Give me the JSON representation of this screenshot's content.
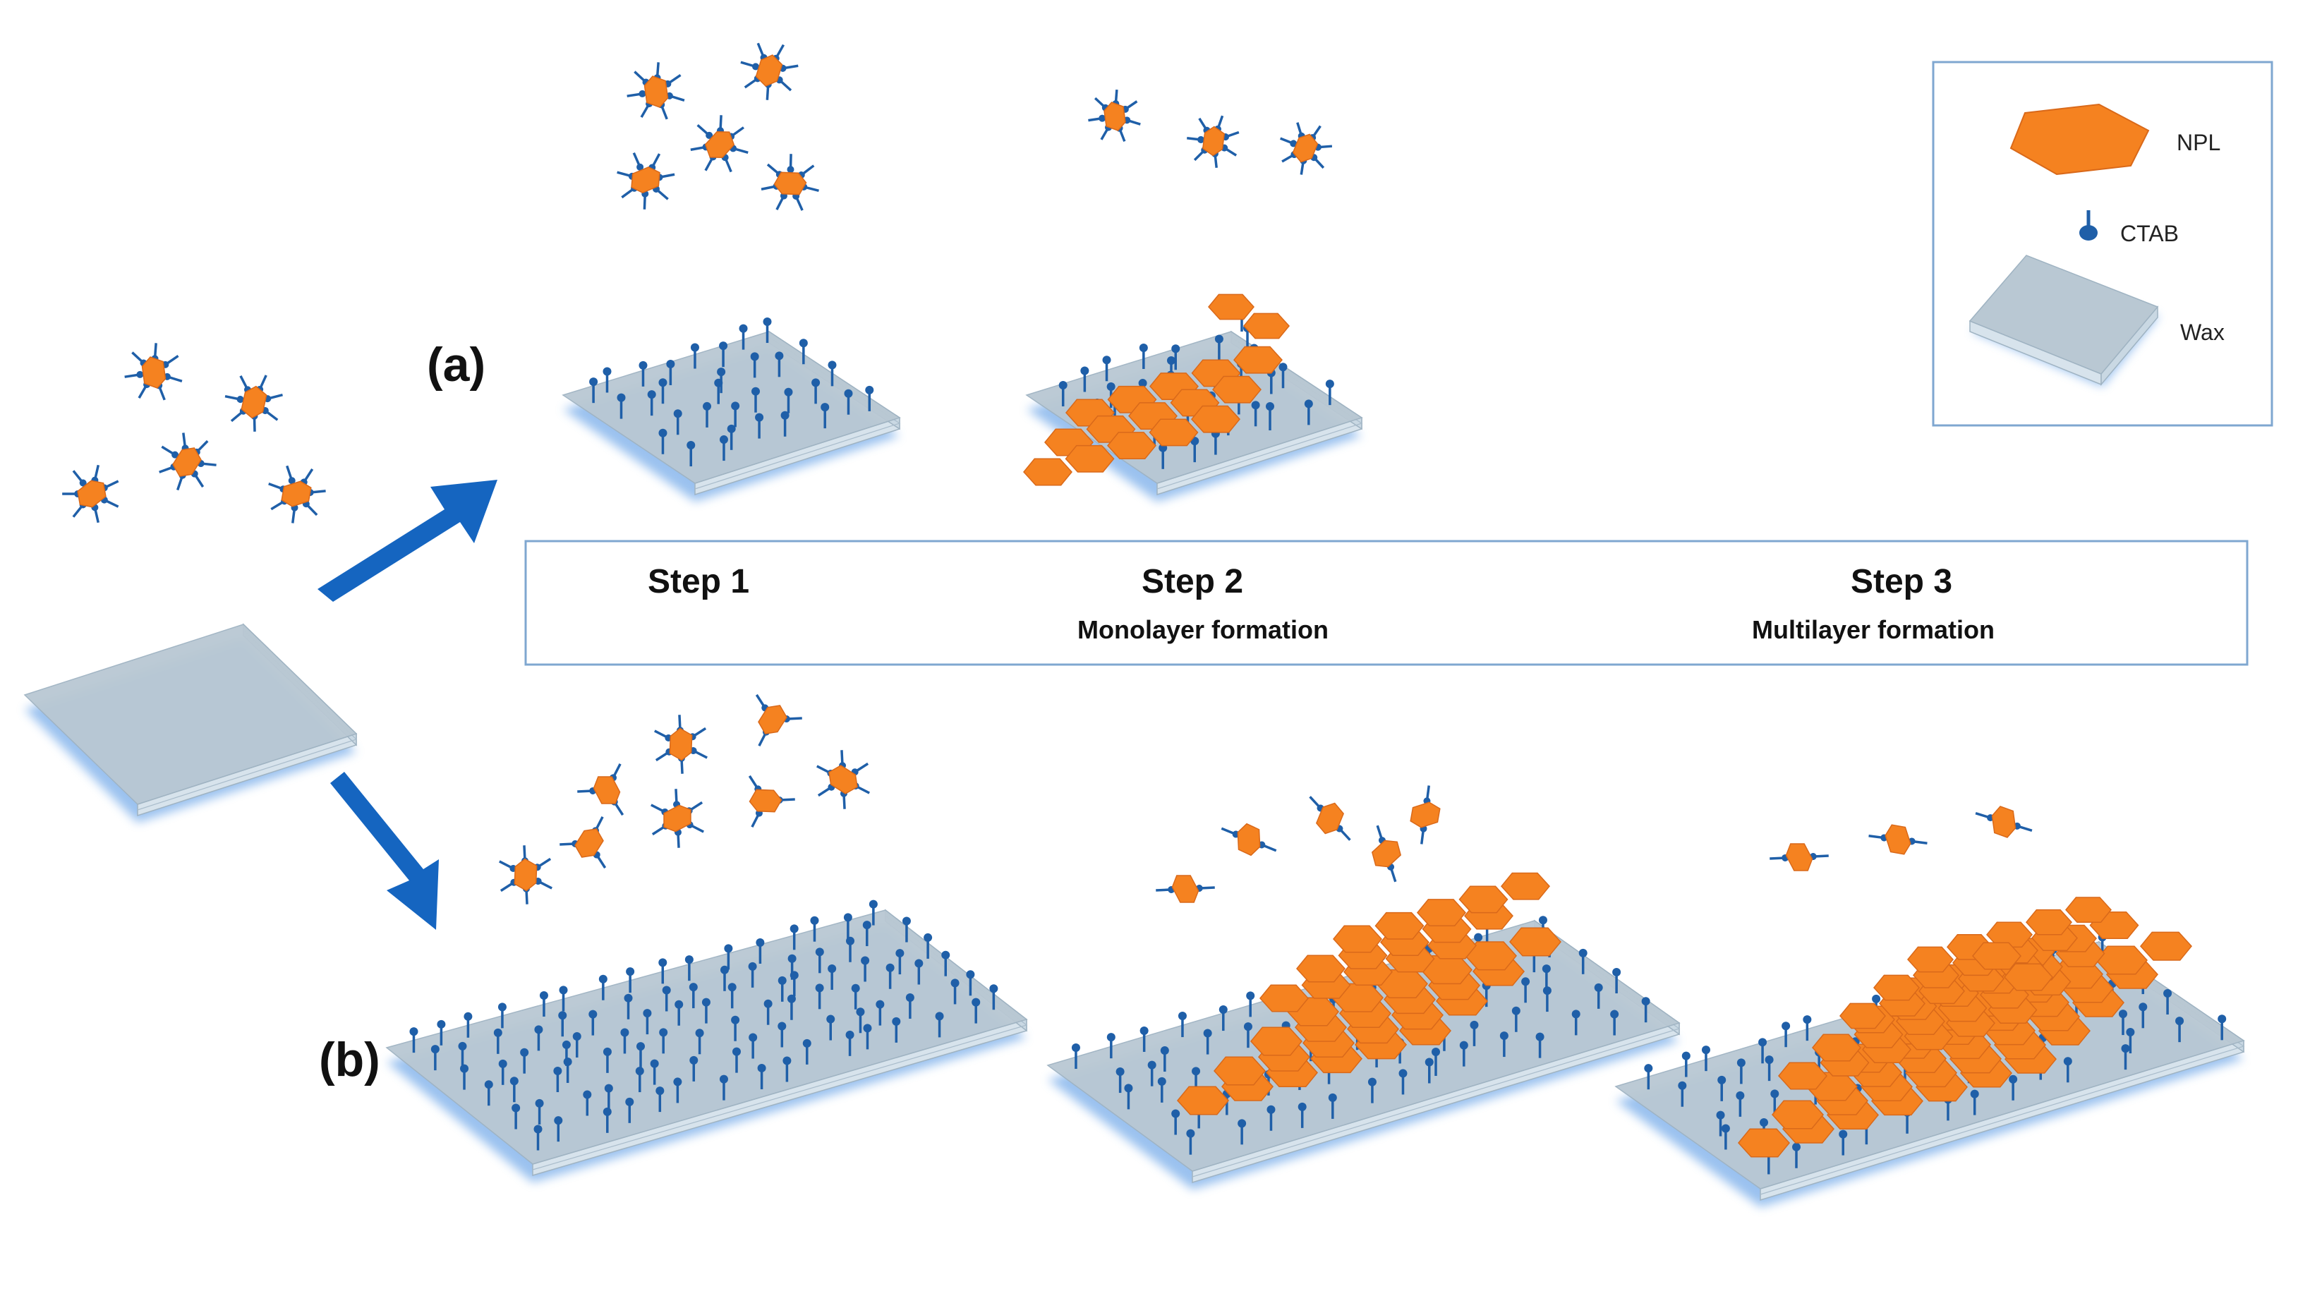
{
  "labels": {
    "part_a": "(a)",
    "part_b": "(b)"
  },
  "steps": [
    {
      "title": "Step 1",
      "subtitle": ""
    },
    {
      "title": "Step 2",
      "subtitle": "Monolayer formation"
    },
    {
      "title": "Step 3",
      "subtitle": "Multilayer formation"
    }
  ],
  "legend": {
    "items": [
      {
        "label": "NPL",
        "icon": "hexagon-icon"
      },
      {
        "label": "CTAB",
        "icon": "pin-icon"
      },
      {
        "label": "Wax",
        "icon": "slab-icon"
      }
    ]
  },
  "colors": {
    "npl": "#f58220",
    "npl_edge": "#d9691a",
    "ctab": "#1f5fa8",
    "arrow": "#1565c0",
    "slab_top": "#b9c8d3",
    "slab_side": "#d7e3ec",
    "slab_glow": "#4a90e2",
    "box_border": "#7fa7d0"
  }
}
